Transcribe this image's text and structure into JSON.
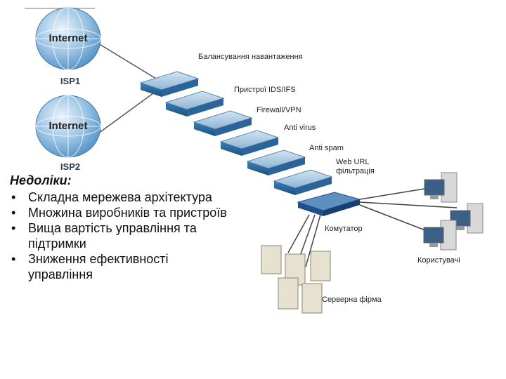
{
  "nodes": {
    "internet1_label": "Internet",
    "isp1_label": "ISP1",
    "internet2_label": "Internet",
    "isp2_label": "ISP2",
    "load_balancing_label": "Балансування навантаження",
    "ids_ips_label": "Пристрої IDS/IFS",
    "firewall_vpn_label": "Firewall/VPN",
    "antivirus_label": "Anti virus",
    "antispam_label": "Anti spam",
    "web_url_label_line1": "Web URL",
    "web_url_label_line2": "фільтрація",
    "switch_label": "Комутатор",
    "users_label": "Користувачі",
    "server_farm_label": "Серверна фірма"
  },
  "colors": {
    "device_top": "#a9c6de",
    "device_front": "#2f6fa6",
    "switch_color": "#1f4f8a",
    "globe": "#7fb2dc",
    "link": "#555555"
  },
  "text": {
    "heading": "Недоліки:",
    "bullets": [
      "Складна мережева архітектура",
      "Множина виробників та пристроїв",
      "Вища вартість управління та підтримки",
      "Зниження ефективності управління"
    ]
  }
}
